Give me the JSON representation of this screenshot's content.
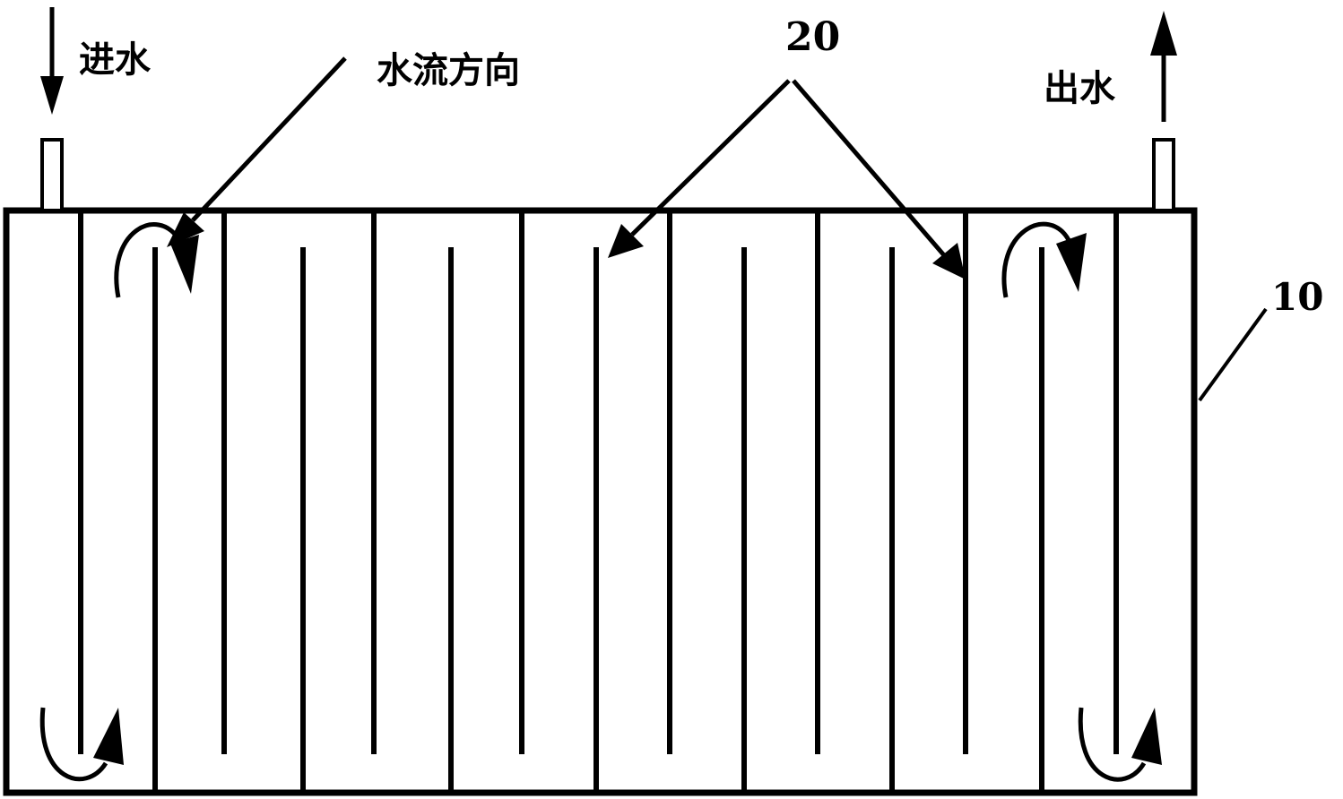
{
  "labels": {
    "inlet": "进水",
    "outlet": "出水",
    "flow_direction": "水流方向",
    "part_20": "20",
    "part_10": "10"
  }
}
